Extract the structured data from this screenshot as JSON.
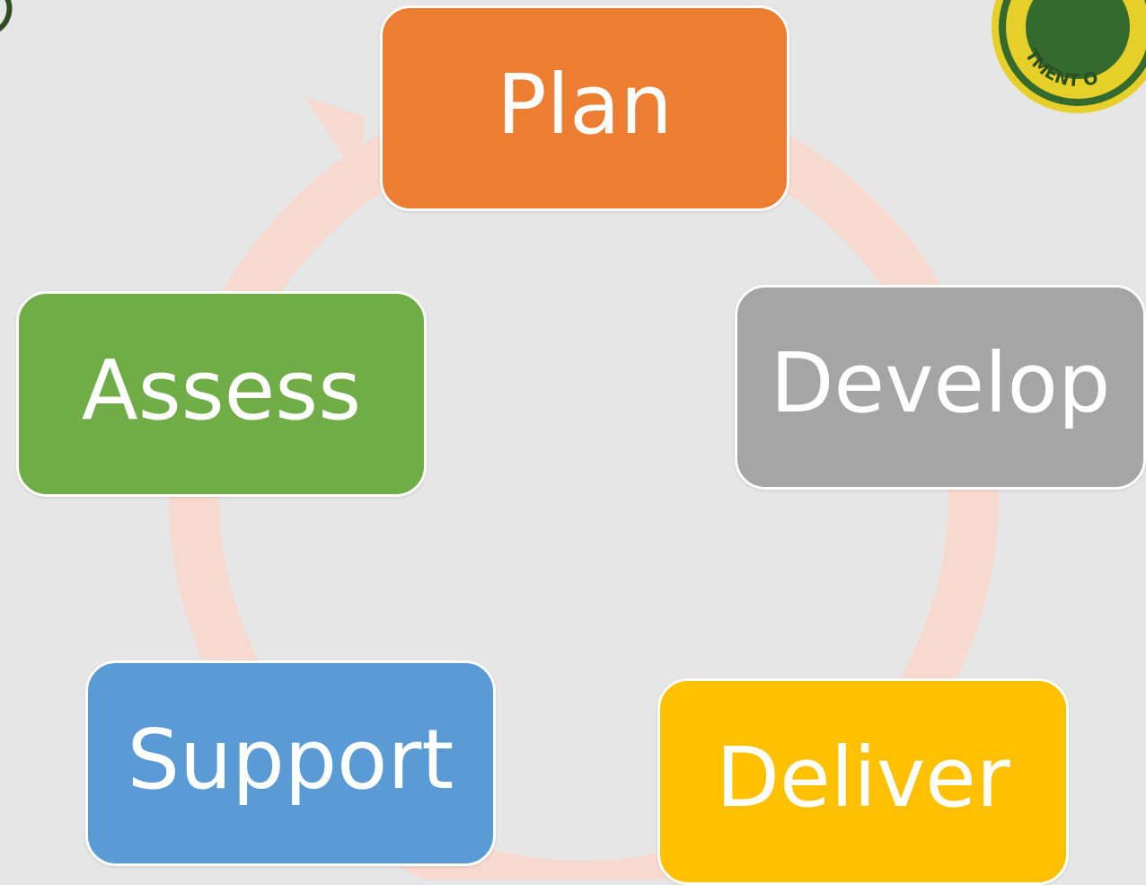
{
  "diagram": {
    "ring_color": "#f8d9cf",
    "background": "#e6e6e6",
    "stages": [
      {
        "id": "plan",
        "label": "Plan",
        "color": "#ed7d31"
      },
      {
        "id": "develop",
        "label": "Develop",
        "color": "#a5a5a5"
      },
      {
        "id": "deliver",
        "label": "Deliver",
        "color": "#ffc000"
      },
      {
        "id": "support",
        "label": "Support",
        "color": "#5b9bd5"
      },
      {
        "id": "assess",
        "label": "Assess",
        "color": "#70ad47"
      }
    ]
  },
  "seal": {
    "text": "TMENT O",
    "color_ring": "#e5cf28",
    "color_band": "#356a2e"
  }
}
